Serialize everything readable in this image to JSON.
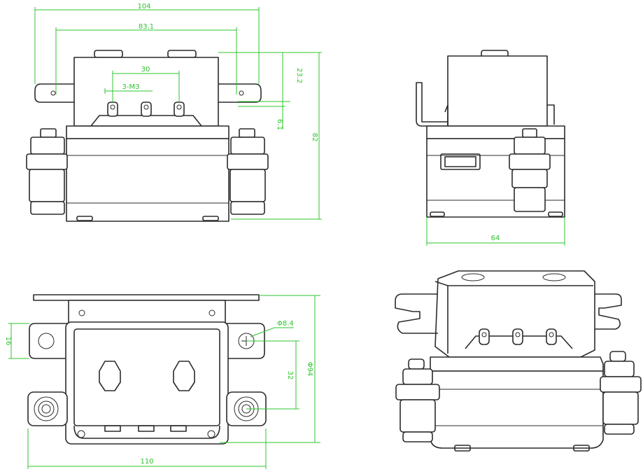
{
  "colors": {
    "line": "#2b2b2b",
    "dimension": "#2fc42f",
    "background": "#ffffff"
  },
  "dimensions": {
    "front_overall_width": "104",
    "front_hole_pitch": "83.1",
    "front_terminal_pitch": "30",
    "front_terminal_thread": "3-M3",
    "front_tab_height": "23.2",
    "front_tab_offset": "6.1",
    "front_overall_height": "82",
    "side_depth": "64",
    "bottom_tab_width": "16",
    "bottom_mount_hole": "Φ8.4",
    "bottom_hole_spacing": "32",
    "bottom_overall_height": "Φ94",
    "bottom_overall_width": "110"
  },
  "views": [
    "front-view",
    "side-view",
    "bottom-view",
    "isometric-view"
  ]
}
